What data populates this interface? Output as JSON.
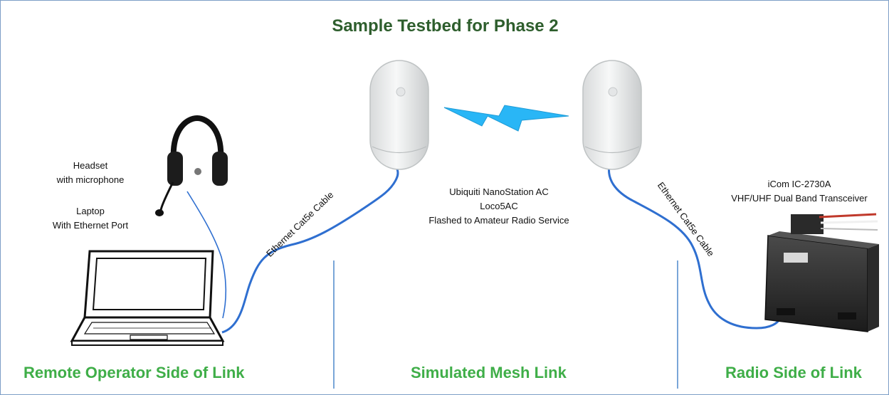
{
  "title": "Sample Testbed for Phase 2",
  "labels": {
    "headset_line1": "Headset",
    "headset_line2": "with microphone",
    "laptop_line1": "Laptop",
    "laptop_line2": "With Ethernet Port",
    "nanostation_line1": "Ubiquiti NanoStation AC",
    "nanostation_line2": "Loco5AC",
    "nanostation_line3": "Flashed to Amateur Radio Service",
    "radio_line1": "iCom IC-2730A",
    "radio_line2": "VHF/UHF Dual Band Transceiver",
    "cable_left": "Ethernet Cat5e Cable",
    "cable_right": "Ethernet Cat5e Cable"
  },
  "sections": {
    "left": "Remote Operator Side of Link",
    "middle": "Simulated Mesh Link",
    "right": "Radio Side of Link"
  },
  "colors": {
    "title": "#2e5e2d",
    "section": "#3fae48",
    "cable": "#2f6fd0",
    "divider": "#7aa6d8",
    "lightning": "#29b6f6"
  }
}
